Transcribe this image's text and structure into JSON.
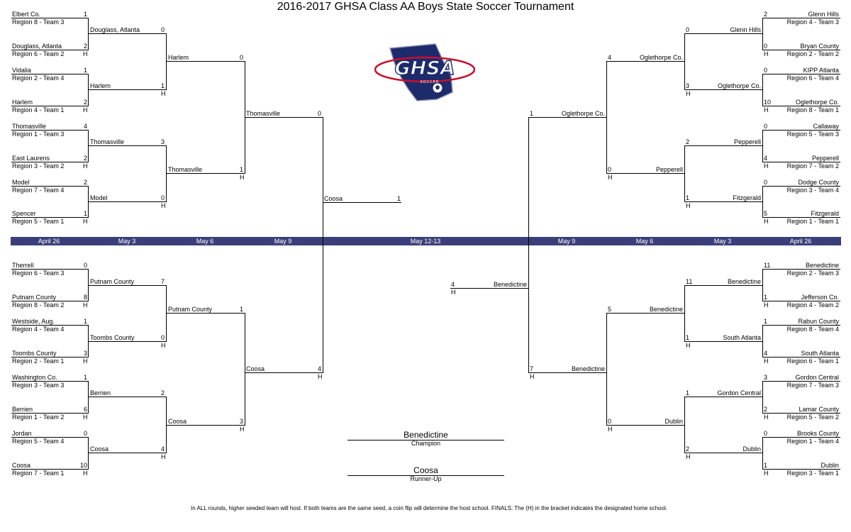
{
  "title": "2016-2017 GHSA Class AA Boys State Soccer Tournament",
  "logo": {
    "text": "GHSA",
    "subtext": "SOCCER"
  },
  "dates": [
    "April 26",
    "May 3",
    "May 6",
    "May 9",
    "May 12-13",
    "May 9",
    "May 6",
    "May 3",
    "April 26"
  ],
  "home_marker": "H",
  "left_top_r1": [
    {
      "team": "Elbert Co.",
      "seed": "Region 8 - Team 3",
      "score": "1"
    },
    {
      "team": "Douglass, Atlanta",
      "seed": "Region 6 - Team 2",
      "score": "2"
    },
    {
      "team": "Vidalia",
      "seed": "Region 2 - Team 4",
      "score": "1"
    },
    {
      "team": "Harlem",
      "seed": "Region 4 - Team 1",
      "score": "2"
    },
    {
      "team": "Thomasville",
      "seed": "Region 1 - Team 3",
      "score": "4"
    },
    {
      "team": "East Laurens",
      "seed": "Region 3 - Team 2",
      "score": "2"
    },
    {
      "team": "Model",
      "seed": "Region 7 - Team 4",
      "score": "2"
    },
    {
      "team": "Spencer",
      "seed": "Region 5 - Team 1",
      "score": "1"
    }
  ],
  "left_bot_r1": [
    {
      "team": "Therrell",
      "seed": "Region 6 - Team 3",
      "score": "0"
    },
    {
      "team": "Putnam County",
      "seed": "Region 8 - Team 2",
      "score": "8"
    },
    {
      "team": "Westside, Aug.",
      "seed": "Region 4 - Team 4",
      "score": "1"
    },
    {
      "team": "Toombs County",
      "seed": "Region 2 - Team 1",
      "score": "3"
    },
    {
      "team": "Washington Co.",
      "seed": "Region 3 - Team 3",
      "score": "1"
    },
    {
      "team": "Berrien",
      "seed": "Region 1 - Team 2",
      "score": "6"
    },
    {
      "team": "Jordan",
      "seed": "Region 5 - Team 4",
      "score": "0"
    },
    {
      "team": "Coosa",
      "seed": "Region 7 - Team 1",
      "score": "10"
    }
  ],
  "left_top_r2": [
    {
      "team": "Douglass, Atlanta",
      "score": "0"
    },
    {
      "team": "Harlem",
      "score": "1"
    },
    {
      "team": "Thomasville",
      "score": "3"
    },
    {
      "team": "Model",
      "score": "0"
    }
  ],
  "left_bot_r2": [
    {
      "team": "Putnam County",
      "score": "7"
    },
    {
      "team": "Toombs County",
      "score": "0"
    },
    {
      "team": "Berrien",
      "score": "2"
    },
    {
      "team": "Coosa",
      "score": "4"
    }
  ],
  "left_top_r3": [
    {
      "team": "Harlem",
      "score": "0"
    },
    {
      "team": "Thomasville",
      "score": "1"
    }
  ],
  "left_bot_r3": [
    {
      "team": "Putnam County",
      "score": "1"
    },
    {
      "team": "Coosa",
      "score": "3"
    }
  ],
  "left_sf": [
    {
      "team": "Thomasville",
      "score": "0"
    },
    {
      "team": "Coosa",
      "score": "4"
    }
  ],
  "left_final": {
    "team": "Coosa",
    "score": "1"
  },
  "right_top_r1": [
    {
      "team": "Glenn Hills",
      "seed": "Region 4 - Team 3",
      "score": "2"
    },
    {
      "team": "Bryan County",
      "seed": "Region 2 - Team 2",
      "score": "0"
    },
    {
      "team": "KIPP Atlanta",
      "seed": "Region 6 - Team 4",
      "score": "0"
    },
    {
      "team": "Oglethorpe Co.",
      "seed": "Region 8 - Team 1",
      "score": "10"
    },
    {
      "team": "Callaway",
      "seed": "Region 5 - Team 3",
      "score": "0"
    },
    {
      "team": "Pepperell",
      "seed": "Region 7 - Team 2",
      "score": "4"
    },
    {
      "team": "Dodge County",
      "seed": "Region 3 - Team 4",
      "score": "0"
    },
    {
      "team": "Fitzgerald",
      "seed": "Region 1 - Team 1",
      "score": "5"
    }
  ],
  "right_bot_r1": [
    {
      "team": "Benedictine",
      "seed": "Region 2 - Team 3",
      "score": "11"
    },
    {
      "team": "Jefferson Co.",
      "seed": "Region 4 - Team 2",
      "score": "1"
    },
    {
      "team": "Rabun County",
      "seed": "Region 8 - Team 4",
      "score": "1"
    },
    {
      "team": "South Atlanta",
      "seed": "Region 6 - Team 1",
      "score": "4"
    },
    {
      "team": "Gordon Central",
      "seed": "Region 7 - Team 3",
      "score": "3"
    },
    {
      "team": "Lamar County",
      "seed": "Region 5 - Team 2",
      "score": "2"
    },
    {
      "team": "Brooks County",
      "seed": "Region 1 - Team 4",
      "score": "0"
    },
    {
      "team": "Dublin",
      "seed": "Region 3 - Team 1",
      "score": "1"
    }
  ],
  "right_top_r2": [
    {
      "team": "Glenn Hills",
      "score": "0"
    },
    {
      "team": "Oglethorpe Co.",
      "score": "3"
    },
    {
      "team": "Pepperell",
      "score": "2"
    },
    {
      "team": "Fitzgerald",
      "score": "1"
    }
  ],
  "right_bot_r2": [
    {
      "team": "Benedictine",
      "score": "11"
    },
    {
      "team": "South Atlanta",
      "score": "1"
    },
    {
      "team": "Gordon Central",
      "score": "1"
    },
    {
      "team": "Dublin",
      "score": "2"
    }
  ],
  "right_top_r3": [
    {
      "team": "Oglethorpe Co.",
      "score": "4"
    },
    {
      "team": "Pepperell",
      "score": "0"
    }
  ],
  "right_bot_r3": [
    {
      "team": "Benedictine",
      "score": "5"
    },
    {
      "team": "Dublin",
      "score": "0"
    }
  ],
  "right_sf": [
    {
      "team": "Oglethorpe Co.",
      "score": "1"
    },
    {
      "team": "Benedictine",
      "score": "7"
    }
  ],
  "right_final": {
    "team": "Benedictine",
    "score": "4"
  },
  "champion": {
    "team": "Benedictine",
    "label": "Champion"
  },
  "runner_up": {
    "team": "Coosa",
    "label": "Runner-Up"
  },
  "footnote": "In ALL rounds, higher seeded team will host. If both teams are the same seed, a coin flip will determine the host school. FINALS: The (H) in the bracket indicates the designated home school.",
  "colors": {
    "band": "#3a3f7a",
    "logo_red": "#c8102e",
    "logo_navy": "#1d2a6b"
  }
}
